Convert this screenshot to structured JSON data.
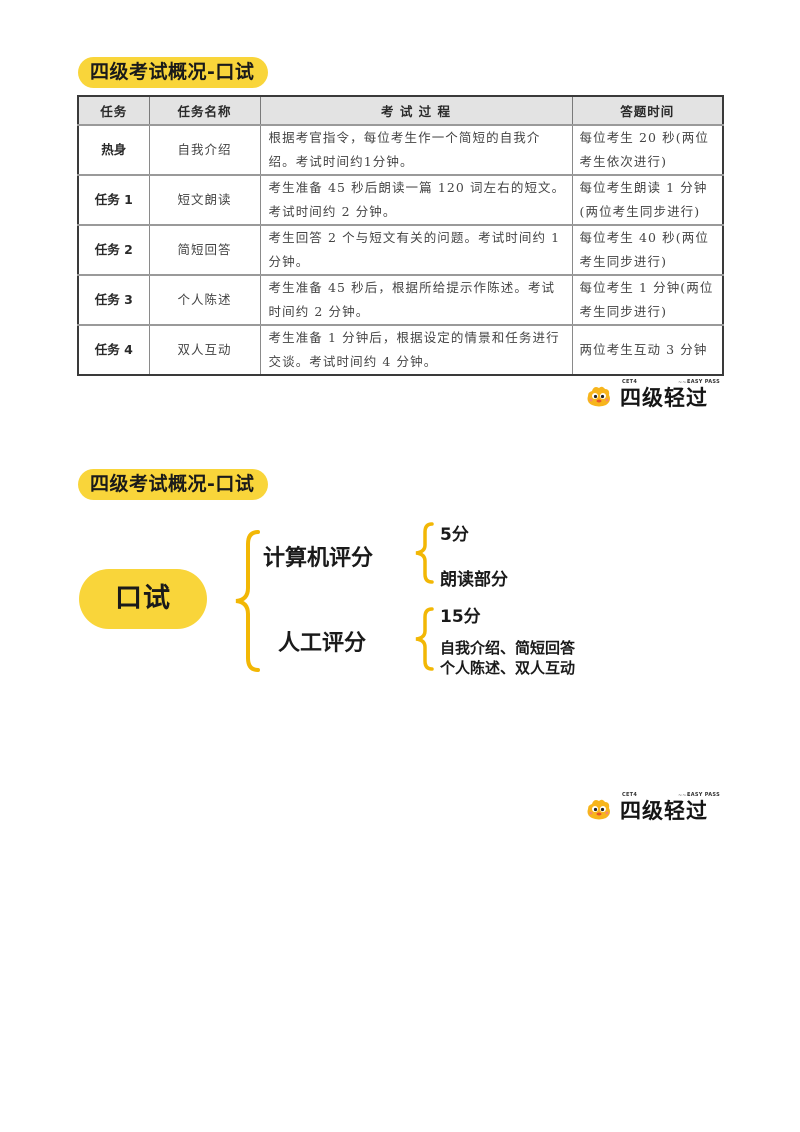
{
  "section1": {
    "title": "四级考试概况-口试",
    "table": {
      "headers": [
        "任务",
        "任务名称",
        "考 试 过 程",
        "答题时间"
      ],
      "rows": [
        {
          "task": "热身",
          "name": "自我介绍",
          "process": "根据考官指令，每位考生作一个简短的自我介绍。考试时间约1分钟。",
          "time": "每位考生 20 秒(两位考生依次进行)"
        },
        {
          "task": "任务 1",
          "name": "短文朗读",
          "process": "考生准备 45 秒后朗读一篇 120 词左右的短文。考试时间约 2 分钟。",
          "time": "每位考生朗读 1 分钟(两位考生同步进行)"
        },
        {
          "task": "任务 2",
          "name": "简短回答",
          "process": "考生回答 2 个与短文有关的问题。考试时间约 1 分钟。",
          "time": "每位考生 40 秒(两位考生同步进行)"
        },
        {
          "task": "任务 3",
          "name": "个人陈述",
          "process": "考生准备 45 秒后，根据所给提示作陈述。考试时间约 2 分钟。",
          "time": "每位考生 1 分钟(两位考生同步进行)"
        },
        {
          "task": "任务 4",
          "name": "双人互动",
          "process": "考生准备 1 分钟后，根据设定的情景和任务进行交谈。考试时间约 4 分钟。",
          "time": "两位考生互动 3 分钟"
        }
      ]
    }
  },
  "logo": {
    "brand": "四级轻过",
    "small_left": "CET4",
    "small_right": "EASY PASS",
    "mascot_icon": "yellow-chick-mascot-icon"
  },
  "section2": {
    "title": "四级考试概况-口试",
    "mindmap": {
      "root": "口试",
      "branches": [
        {
          "label": "计算机评分",
          "score": "5分",
          "detail": "朗读部分"
        },
        {
          "label": "人工评分",
          "score": "15分",
          "detail_lines": [
            "自我介绍、简短回答",
            "个人陈述、双人互动"
          ]
        }
      ]
    }
  },
  "colors": {
    "accent_yellow": "#f9d53a",
    "brace_yellow": "#f2b705",
    "table_header_bg": "#e3e3e3",
    "table_border": "#3a3a3a"
  }
}
